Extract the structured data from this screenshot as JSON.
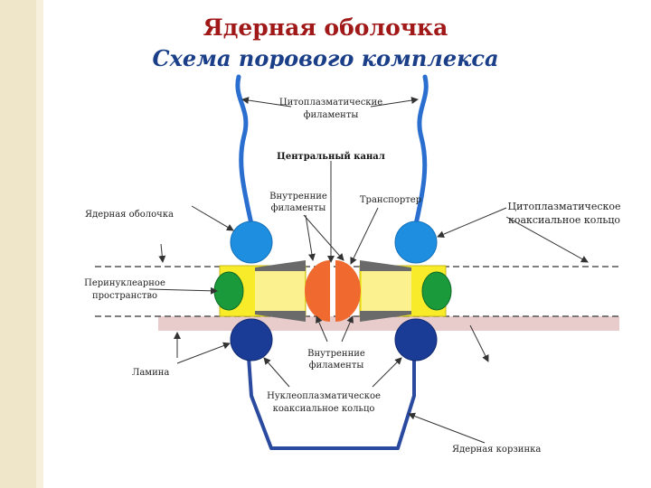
{
  "title": "Ядерная оболочка",
  "subtitle": "Схема порового комплекса",
  "labels": {
    "cyto_filaments": [
      "Цитоплазматические",
      "филаменты"
    ],
    "central_channel": "Центральный канал",
    "inner_filaments_top": [
      "Внутренние",
      "филаменты"
    ],
    "transporter": "Транспортер",
    "nuclear_envelope": "Ядерная оболочка",
    "cyto_ring": [
      "Цитоплазматическое",
      "коаксиальное кольцо"
    ],
    "perinuclear": [
      "Перинуклеарное",
      "пространство"
    ],
    "lamina": "Ламина",
    "inner_filaments_bottom": [
      "Внутренние",
      "филаменты"
    ],
    "nucleo_ring": [
      "Нуклеоплазматическое",
      "коаксиальное кольцо"
    ],
    "nuclear_basket": "Ядерная корзинка"
  },
  "colors": {
    "title": "#a01818",
    "subtitle": "#1a3f88",
    "cyto_ring": "#1e8ee0",
    "nucleo_ring": "#1a3c96",
    "transporter": "#f06a30",
    "membrane_block": "#f8ec2a",
    "green_subunit": "#1a9a3a",
    "filament": "#2a6fd0",
    "lamina": "#e8cccc"
  }
}
